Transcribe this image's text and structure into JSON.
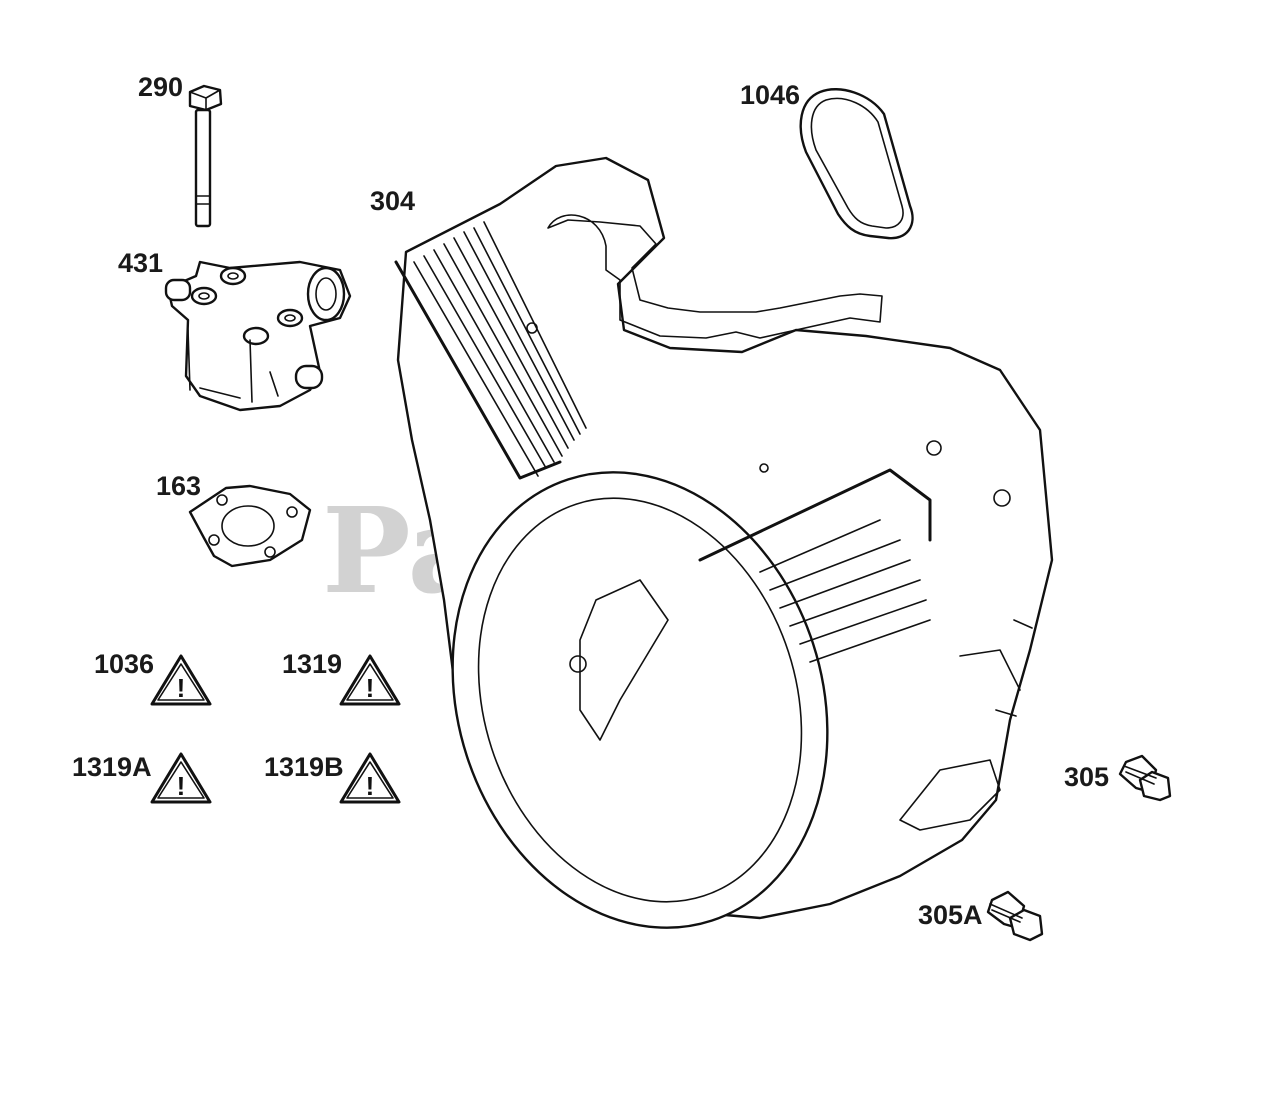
{
  "watermark": {
    "text": "PartsTree",
    "trademark": "™"
  },
  "callouts": {
    "c290": "290",
    "c431": "431",
    "c163": "163",
    "c304": "304",
    "c1046": "1046",
    "c1036": "1036",
    "c1319": "1319",
    "c1319A": "1319A",
    "c1319B": "1319B",
    "c305": "305",
    "c305A": "305A"
  },
  "warning_symbol": "!",
  "colors": {
    "line": "#111111",
    "watermark": "#d2d2d2",
    "background": "#ffffff"
  }
}
